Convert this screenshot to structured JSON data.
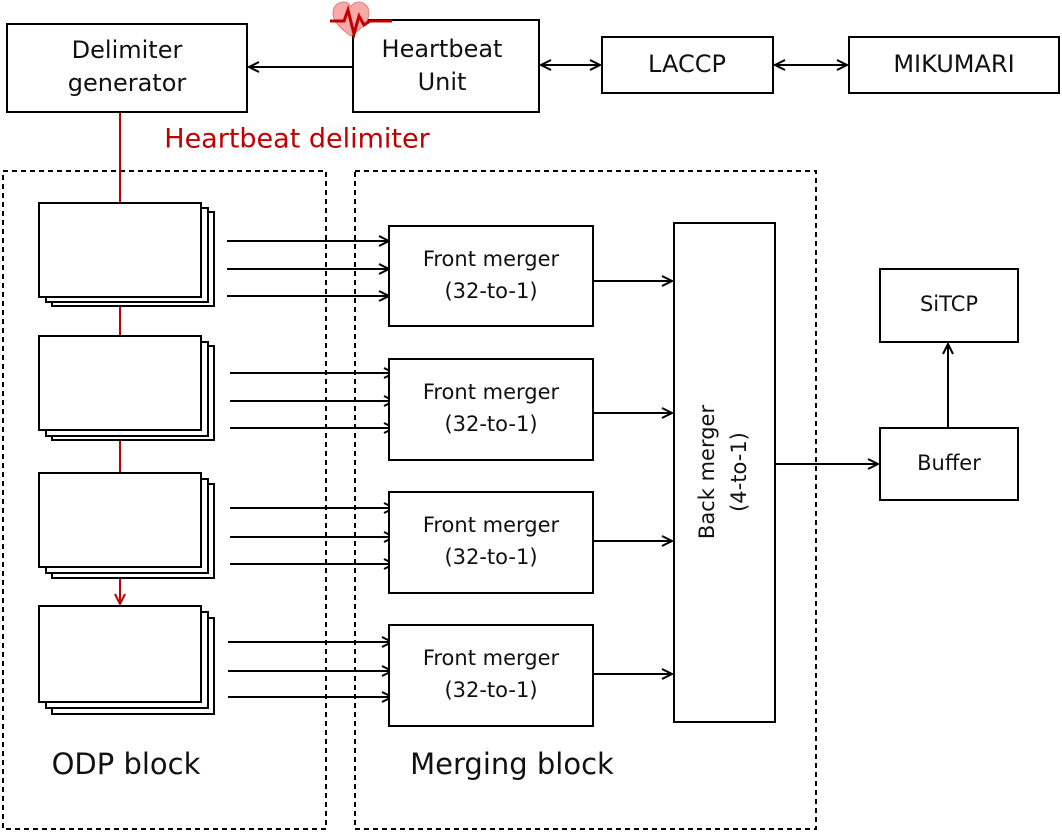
{
  "delimiter_generator": {
    "line1": "Delimiter",
    "line2": "generator"
  },
  "heartbeat_unit": {
    "line1": "Heartbeat",
    "line2": "Unit"
  },
  "laccp": "LACCP",
  "mikumari": "MIKUMARI",
  "heartbeat_delimiter_label": "Heartbeat delimiter",
  "front_merger": {
    "line1": "Front merger",
    "line2": "(32-to-1)"
  },
  "back_merger": {
    "line1": "Back merger",
    "line2": "(4-to-1)"
  },
  "buffer": "Buffer",
  "sitcp": "SiTCP",
  "odp_block_label": "ODP block",
  "merging_block_label": "Merging block",
  "colors": {
    "delimiter_line": "#c00000",
    "heart": "#f7a8a8",
    "lines": "#000000"
  },
  "icons": {
    "heartbeat": "heart-pulse-icon"
  }
}
